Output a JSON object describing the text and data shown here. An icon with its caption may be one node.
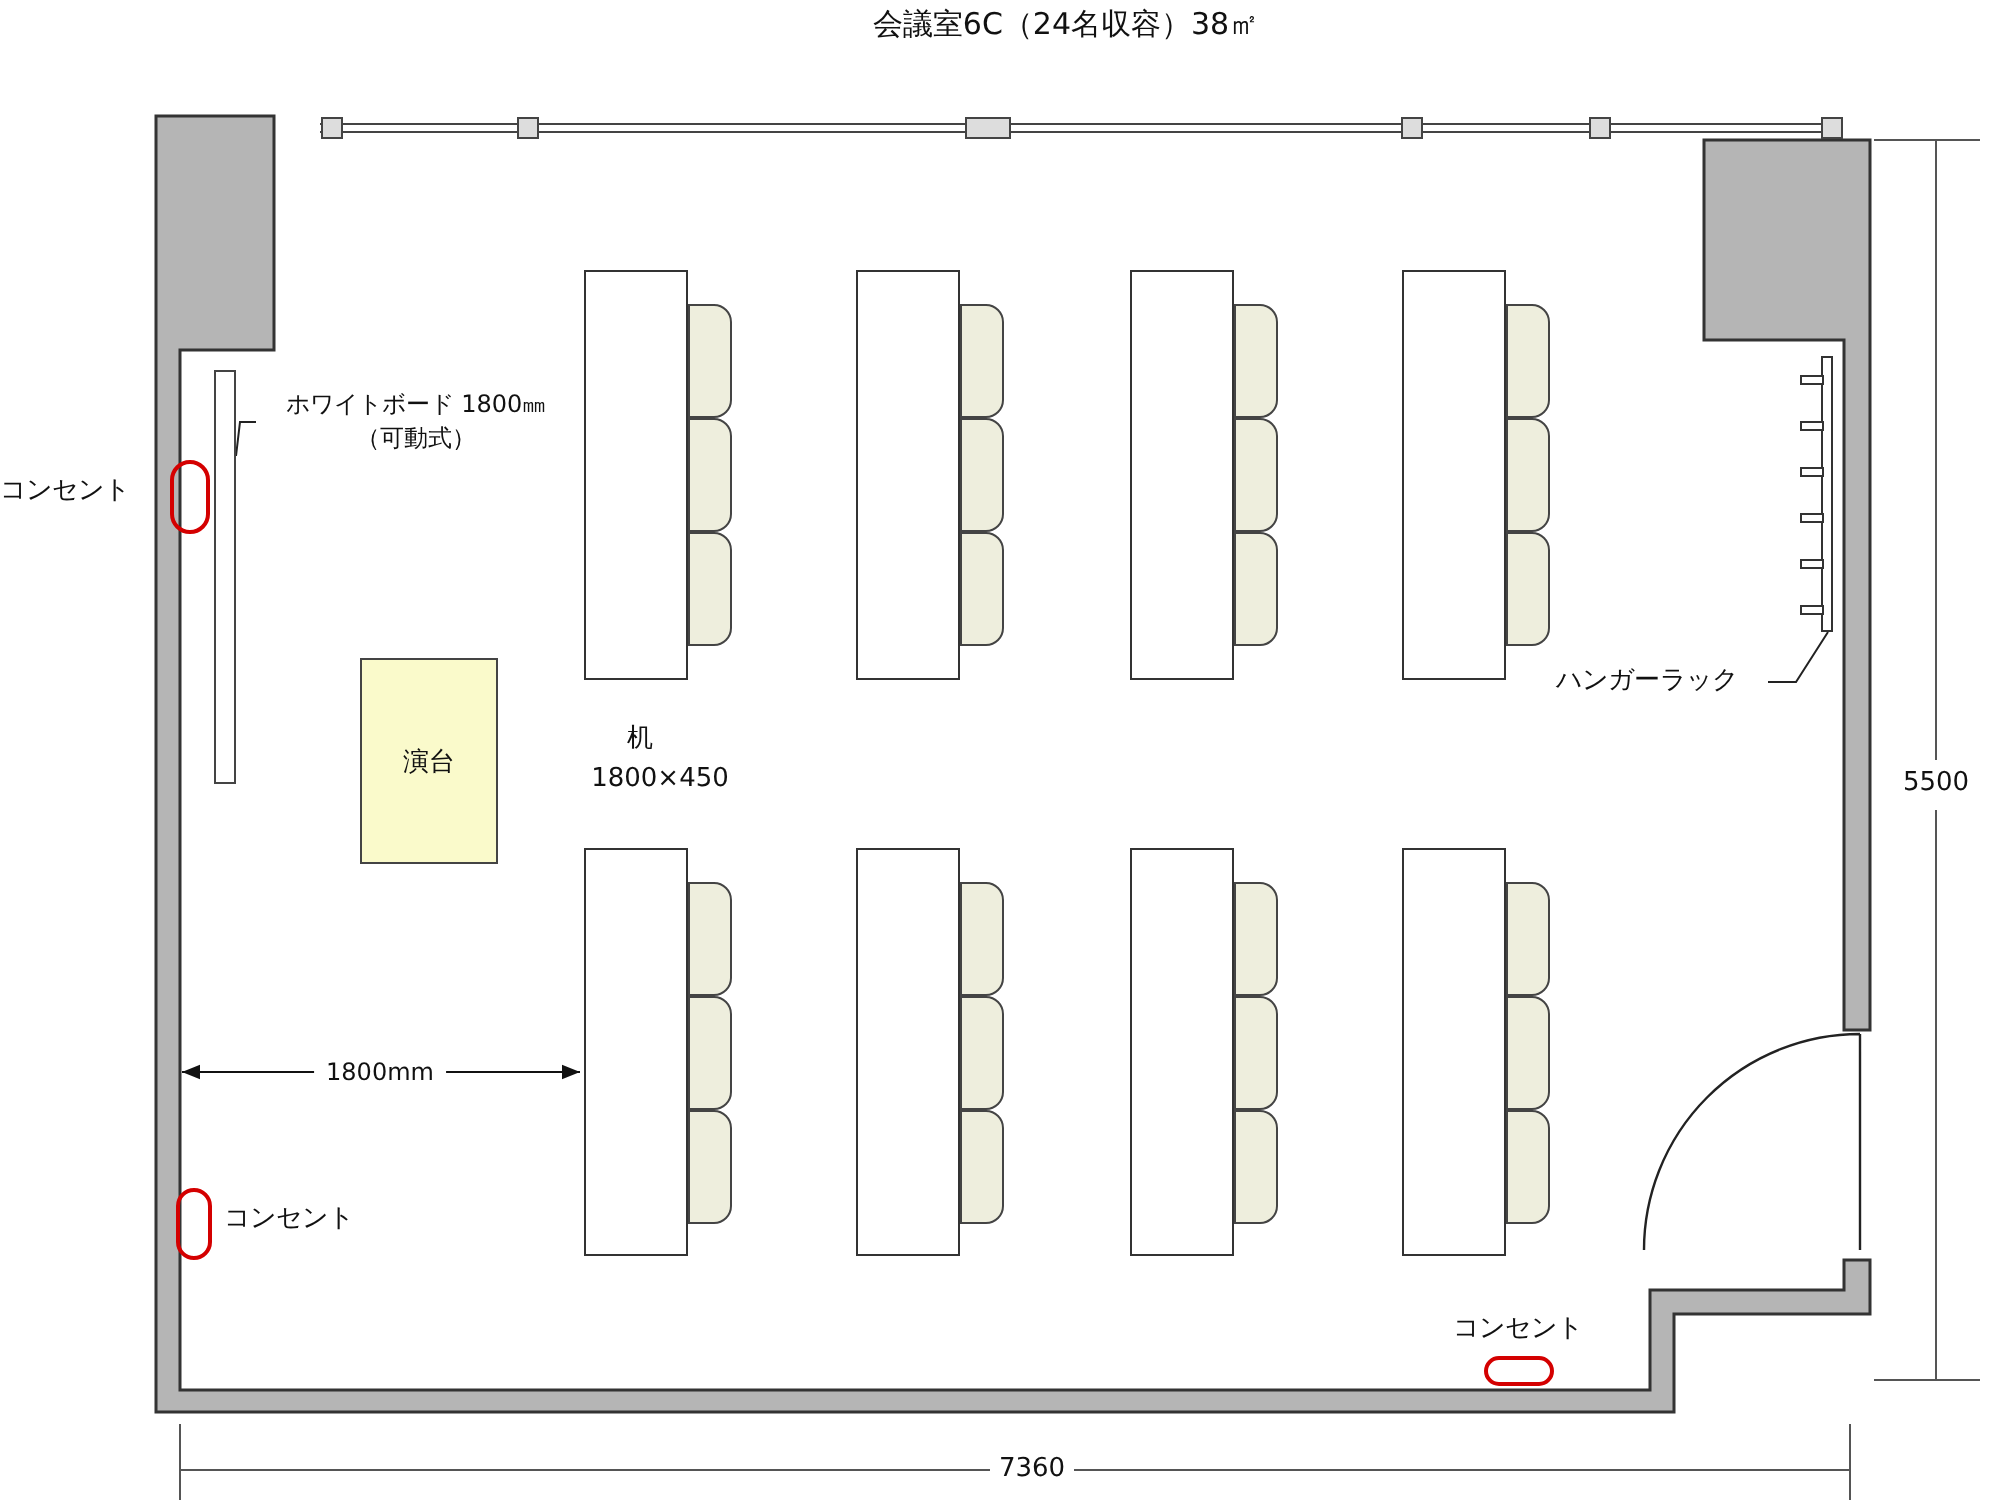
{
  "diagram": {
    "title": "会議室6C（24名収容）38㎡",
    "nodes": [
      {
        "text": [
          "ホワイトボード 1800㎜",
          "（可動式）"
        ]
      },
      {
        "text": [],
        "shape": "bar"
      },
      {
        "text": [
          "ハンガーラック"
        ]
      },
      {
        "text": [],
        "shape": "bar"
      },
      {
        "text": [
          "演台"
        ]
      },
      {
        "text": [],
        "shape": "box"
      },
      {
        "text": [],
        "shape": "box"
      },
      {
        "text": [],
        "shape": "box"
      },
      {
        "text": [],
        "shape": "box"
      },
      {
        "text": [],
        "shape": "box"
      },
      {
        "text": [],
        "shape": "box"
      },
      {
        "text": [],
        "shape": "box"
      },
      {
        "text": [],
        "shape": "box"
      },
      {
        "text": [],
        "shape": "oval",
        "beside": [
          "コンセント"
        ]
      },
      {
        "text": [],
        "shape": "oval",
        "beside": [
          "コンセント"
        ]
      },
      {
        "text": [],
        "shape": "oval",
        "beside": [
          "コンセント"
        ]
      }
    ],
    "edges": [
      {
        "from": 0,
        "to": 1,
        "arrow": "none"
      },
      {
        "from": 2,
        "to": 3,
        "arrow": "none"
      }
    ],
    "labels": [
      "机",
      "1800×450",
      "1800mm",
      "5500",
      "7360"
    ]
  }
}
